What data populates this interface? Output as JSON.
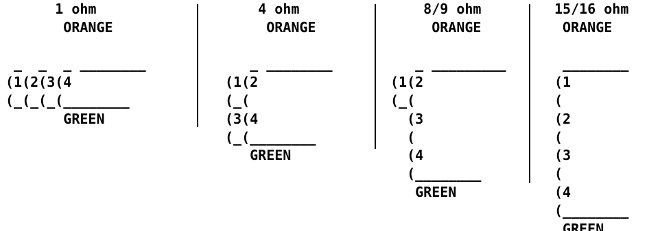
{
  "panels": [
    {
      "label": "1 ohm",
      "art": "      1 ohm\n       ORANGE\n\n _  _  _ ________\n(1(2(3(4\n(_(_(_(________\n       GREEN"
    },
    {
      "label": "4 ohm",
      "art": "    4 ohm\n     ORANGE\n\n   _ ________\n(1(2\n(_(\n(3(4\n(_(________\n   GREEN"
    },
    {
      "label": "8/9 ohm",
      "art": "    8/9 ohm\n     ORANGE\n\n   _ _________\n(1(2\n(_(\n  (3\n  (\n  (4\n  (________\n   GREEN"
    },
    {
      "label": "15/16 ohm",
      "art": "15/16 ohm\n ORANGE\n\n ________\n(1\n(\n(2\n(\n(3\n(\n(4\n(________\n GREEN"
    }
  ],
  "colors": {
    "ink": "#000000",
    "background": "#ffffff"
  }
}
